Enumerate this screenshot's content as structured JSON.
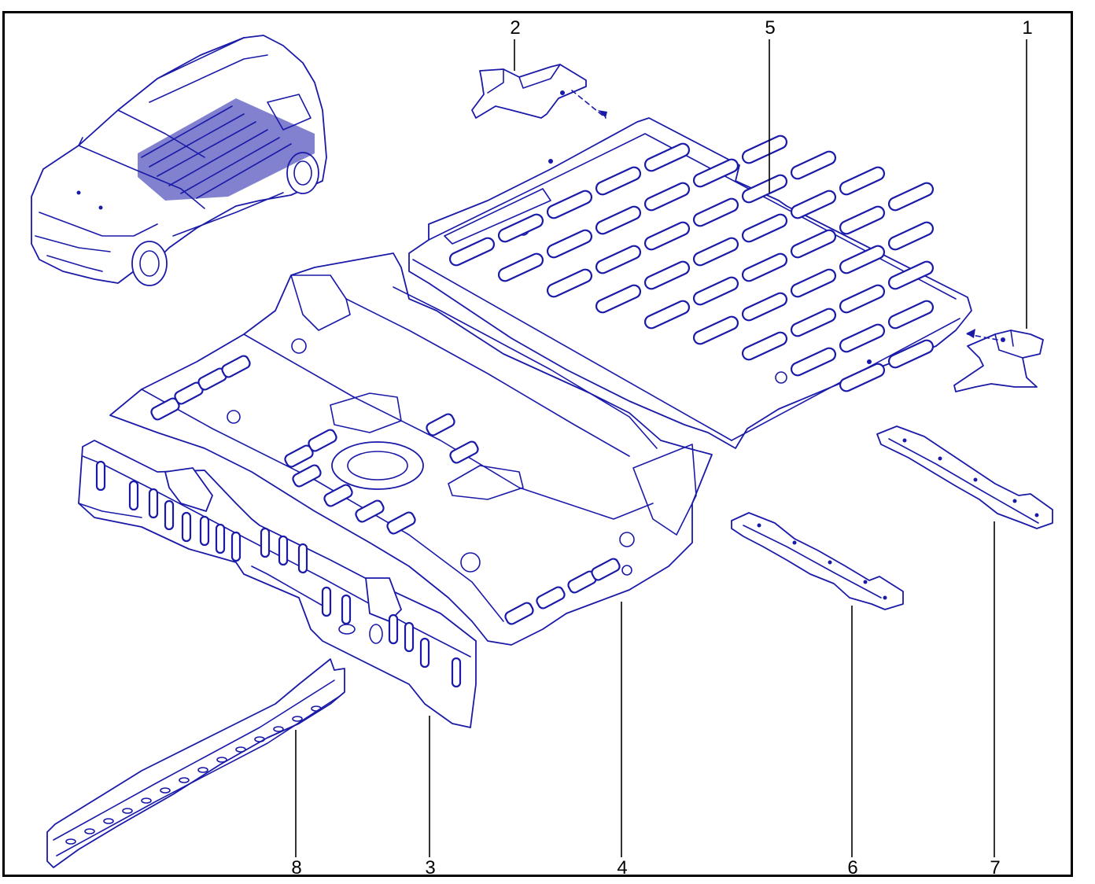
{
  "diagram": {
    "line_color": "#1a1aa8",
    "callouts": [
      "1",
      "2",
      "3",
      "4",
      "5",
      "6",
      "7",
      "8"
    ]
  }
}
